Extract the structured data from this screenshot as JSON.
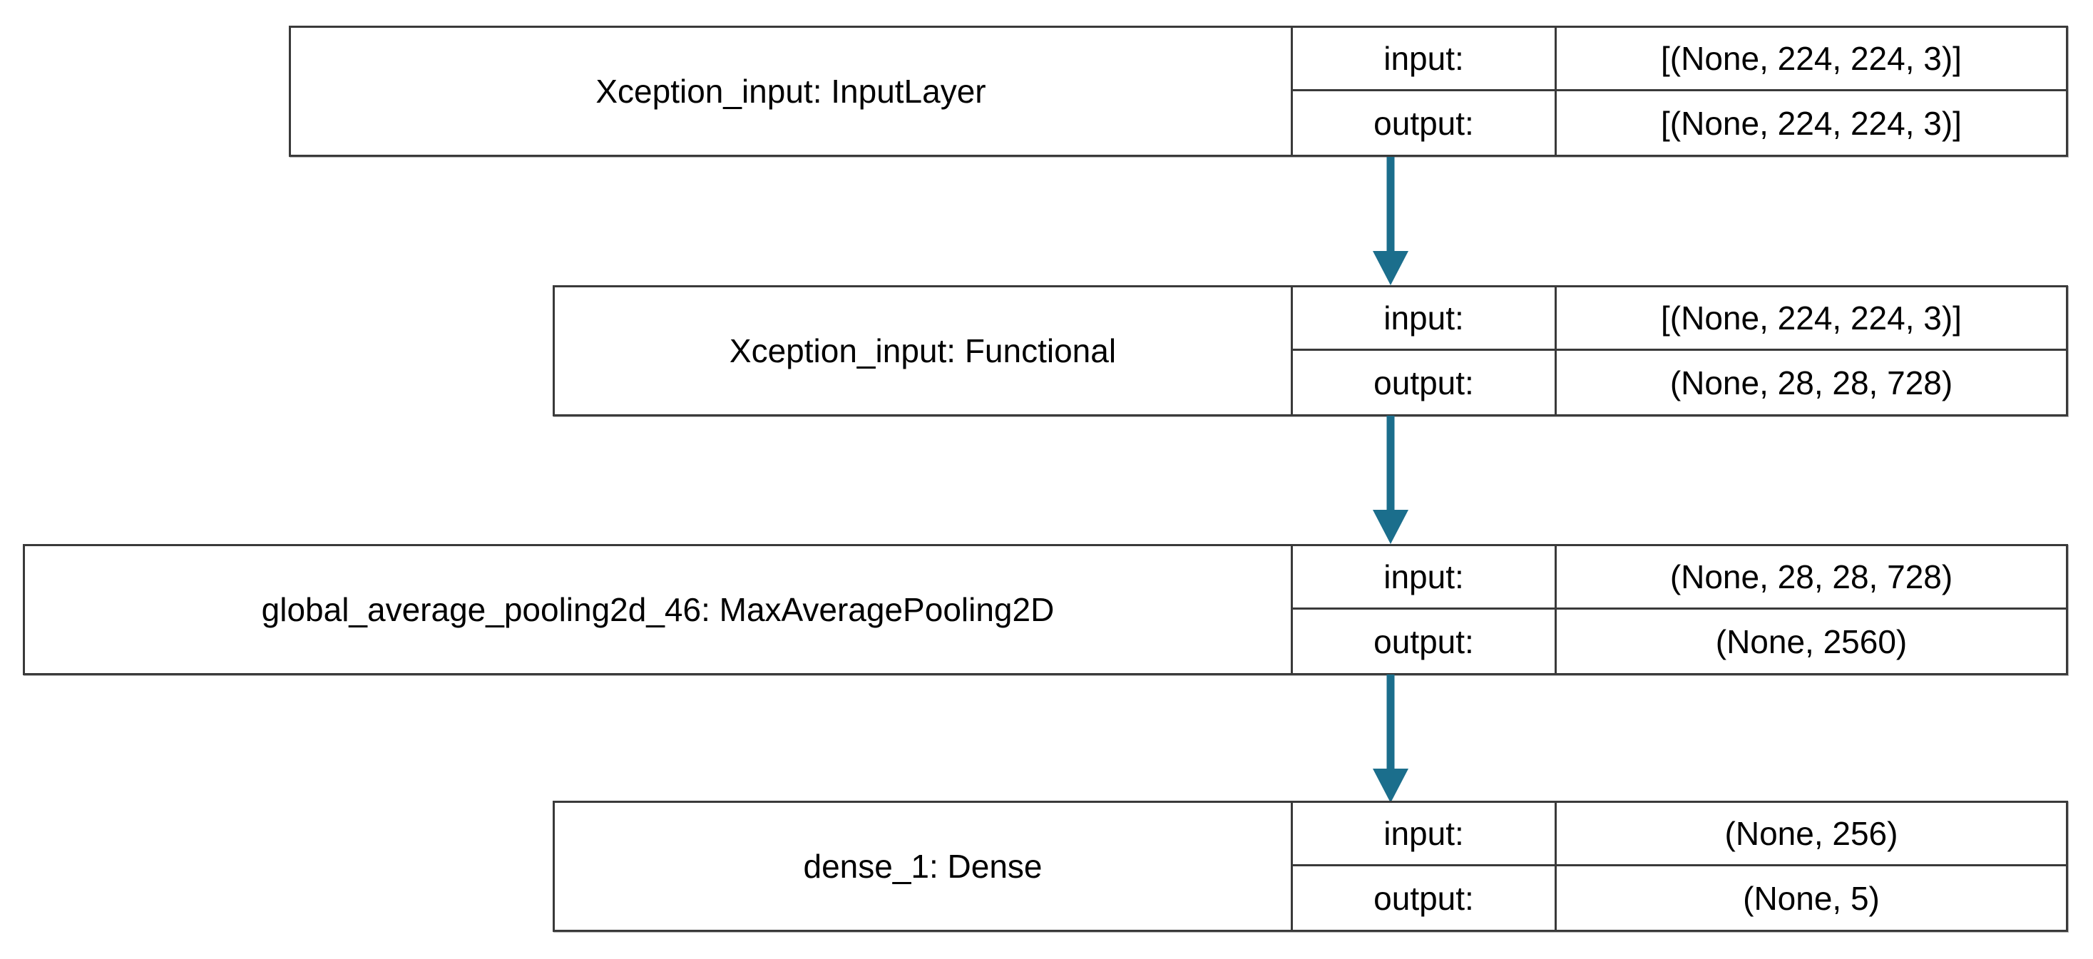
{
  "diagram": {
    "title": "Keras model architecture (plot_model) flowchart",
    "type": "flowchart",
    "background_color": "#ffffff",
    "box_border_color": "#3a3a3a",
    "text_color": "#000000",
    "arrow_color": "#1b6e8c",
    "io_labels": {
      "input": "input:",
      "output": "output:"
    },
    "nodes": [
      {
        "id": "xception_input_layer",
        "name": "Xception_input: InputLayer",
        "input_label": "input:",
        "output_label": "output:",
        "input_shape": "[(None, 224, 224, 3)]",
        "output_shape": "[(None, 224, 224, 3)]"
      },
      {
        "id": "xception_functional",
        "name": "Xception_input: Functional",
        "input_label": "input:",
        "output_label": "output:",
        "input_shape": "[(None, 224, 224, 3)]",
        "output_shape": "(None, 28, 28, 728)"
      },
      {
        "id": "global_average_pooling2d_46",
        "name": "global_average_pooling2d_46: MaxAveragePooling2D",
        "input_label": "input:",
        "output_label": "output:",
        "input_shape": "(None, 28, 28, 728)",
        "output_shape": "(None, 2560)"
      },
      {
        "id": "dense_1",
        "name": "dense_1: Dense",
        "input_label": "input:",
        "output_label": "output:",
        "input_shape": "(None, 256)",
        "output_shape": "(None, 5)"
      }
    ],
    "edges": [
      {
        "id": "edge-1",
        "from": "xception_input_layer",
        "to": "xception_functional"
      },
      {
        "id": "edge-2",
        "from": "xception_functional",
        "to": "global_average_pooling2d_46"
      },
      {
        "id": "edge-3",
        "from": "global_average_pooling2d_46",
        "to": "dense_1"
      }
    ]
  }
}
